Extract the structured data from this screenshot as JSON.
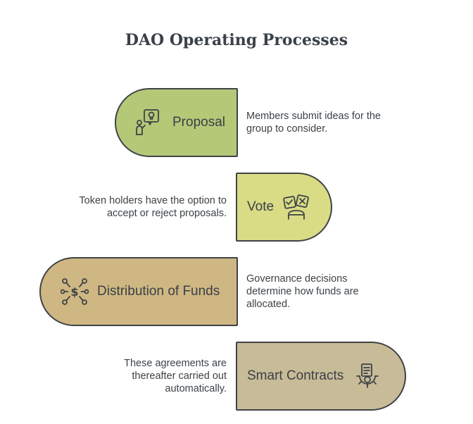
{
  "title": "DAO Operating Processes",
  "steps": [
    {
      "label": "Proposal",
      "icon": "person-idea-icon",
      "color": "#b5c878",
      "description": "Members submit ideas for the group to consider."
    },
    {
      "label": "Vote",
      "icon": "ballot-vote-icon",
      "color": "#d9dc85",
      "description": "Token holders have the option to accept or reject proposals."
    },
    {
      "label": "Distribution of Funds",
      "icon": "fund-distribution-icon",
      "color": "#cfb783",
      "description": "Governance decisions determine how funds are allocated."
    },
    {
      "label": "Smart Contracts",
      "icon": "contract-gear-icon",
      "color": "#c8bb98",
      "description": "These agreements are thereafter carried out automatically."
    }
  ]
}
